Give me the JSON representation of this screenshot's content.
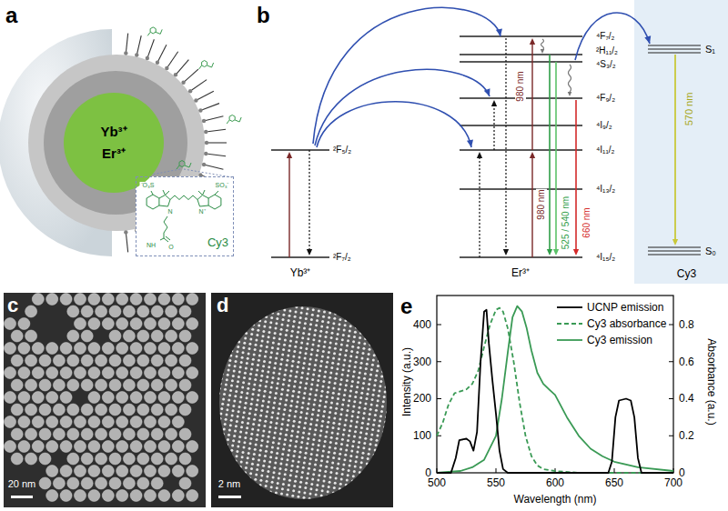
{
  "diagram": {
    "nodes": [
      {
        "text": [
          "Yb³⁺",
          "Er³⁺"
        ]
      },
      {
        "text": [
          "Cy3"
        ]
      },
      {
        "text": [
          "Cy3"
        ]
      }
    ],
    "labels": [
      "a",
      "⁻O₃S",
      "SO₃⁻",
      "N",
      "N⁺",
      "NH",
      "O",
      "b",
      "⁴F₇/₂",
      "²H₁₁/₂",
      "⁴S₃/₂",
      "⁴F₉/₂",
      "⁴I₉/₂",
      "²F₅/₂",
      "⁴I₁₁/₂",
      "⁴I₁₃/₂",
      "²F₇/₂",
      "⁴I₁₅/₂",
      "980 nm",
      "980 nm",
      "525 / 540 nm",
      "660 nm",
      "570 nm",
      "S₁",
      "S₀",
      "Yb³⁺",
      "Er³⁺",
      "c",
      "20 nm",
      "d",
      "2 nm",
      "e",
      "0",
      "100",
      "200",
      "300",
      "400",
      "0",
      "0.2",
      "0.4",
      "0.6",
      "0.8",
      "500",
      "550",
      "600",
      "650",
      "700",
      "Intensity (a.u.)",
      "Absorbance (a.u.)",
      "Wavelength (nm)"
    ],
    "legend": [
      {
        "text": "UCNP emission"
      },
      {
        "text": "Cy3 absorbance"
      },
      {
        "text": "Cy3 emission"
      }
    ]
  }
}
